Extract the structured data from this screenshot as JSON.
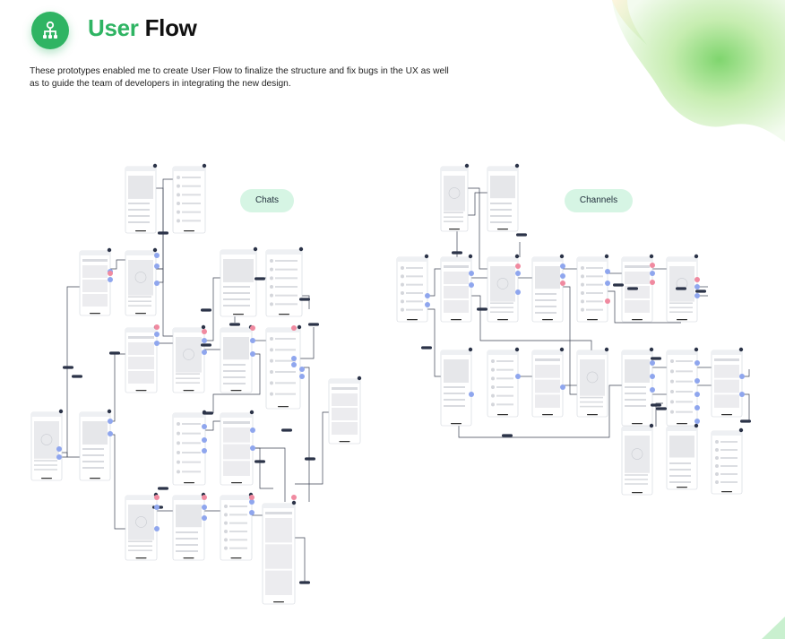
{
  "header": {
    "title_part1": "User",
    "title_part2": "Flow",
    "description": "These prototypes enabled me to create User Flow to finalize the structure and fix bugs in the UX as well as to guide the team of developers in integrating the new design.",
    "logo_icon": "sitemap-icon"
  },
  "sections": {
    "chats_label": "Chats",
    "channels_label": "Channels"
  },
  "colors": {
    "brand_green": "#2fb463",
    "pill_bg": "#d6f5e4",
    "node_blue": "#8fa6ee",
    "node_pink": "#f08aa0",
    "connector_dark": "#2b3348"
  }
}
